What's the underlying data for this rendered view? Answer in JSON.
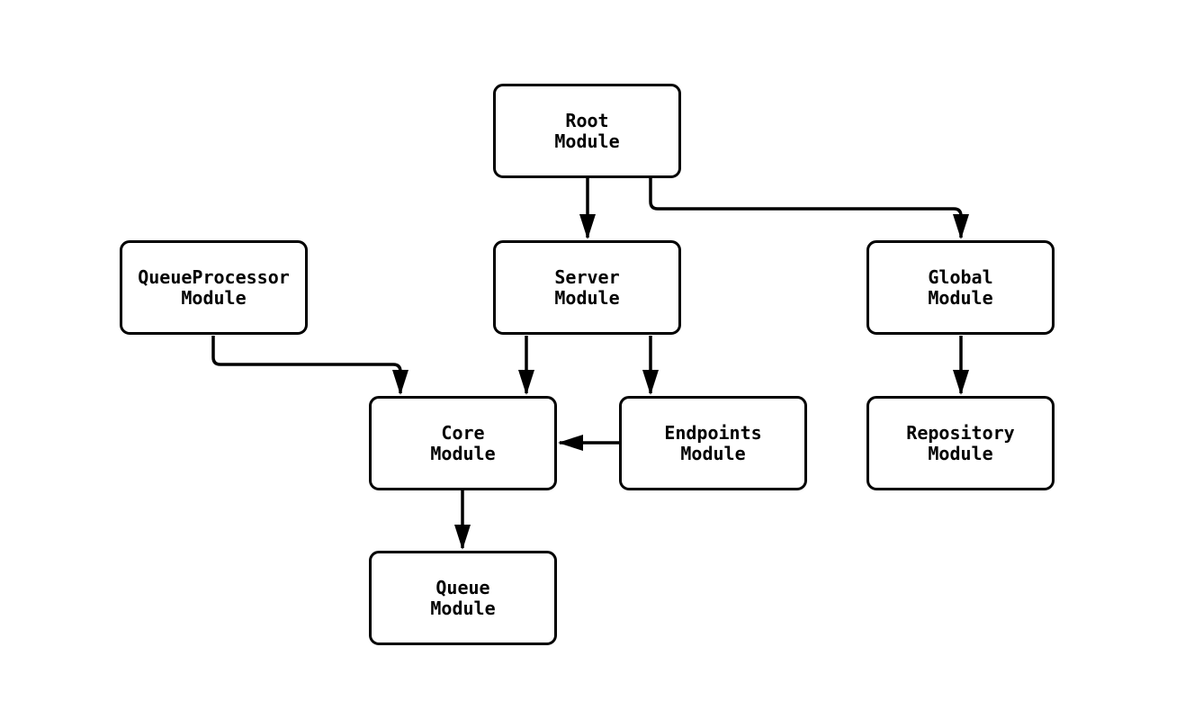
{
  "diagram": {
    "type": "module-dependency-graph",
    "background_color": "#ffffff",
    "stroke_color": "#000000",
    "node_fill_color": "#ffffff",
    "nodes": [
      {
        "id": "root",
        "line1": "Root",
        "line2": "Module"
      },
      {
        "id": "queueprocessor",
        "line1": "QueueProcessor",
        "line2": "Module"
      },
      {
        "id": "server",
        "line1": "Server",
        "line2": "Module"
      },
      {
        "id": "global",
        "line1": "Global",
        "line2": "Module"
      },
      {
        "id": "core",
        "line1": "Core",
        "line2": "Module"
      },
      {
        "id": "endpoints",
        "line1": "Endpoints",
        "line2": "Module"
      },
      {
        "id": "repository",
        "line1": "Repository",
        "line2": "Module"
      },
      {
        "id": "queue",
        "line1": "Queue",
        "line2": "Module"
      }
    ],
    "edges": [
      {
        "from": "Root Module",
        "to": "Server Module"
      },
      {
        "from": "Root Module",
        "to": "Global Module"
      },
      {
        "from": "QueueProcessor Module",
        "to": "Core Module"
      },
      {
        "from": "Server Module",
        "to": "Core Module"
      },
      {
        "from": "Server Module",
        "to": "Endpoints Module"
      },
      {
        "from": "Endpoints Module",
        "to": "Core Module"
      },
      {
        "from": "Global Module",
        "to": "Repository Module"
      },
      {
        "from": "Core Module",
        "to": "Queue Module"
      }
    ]
  }
}
